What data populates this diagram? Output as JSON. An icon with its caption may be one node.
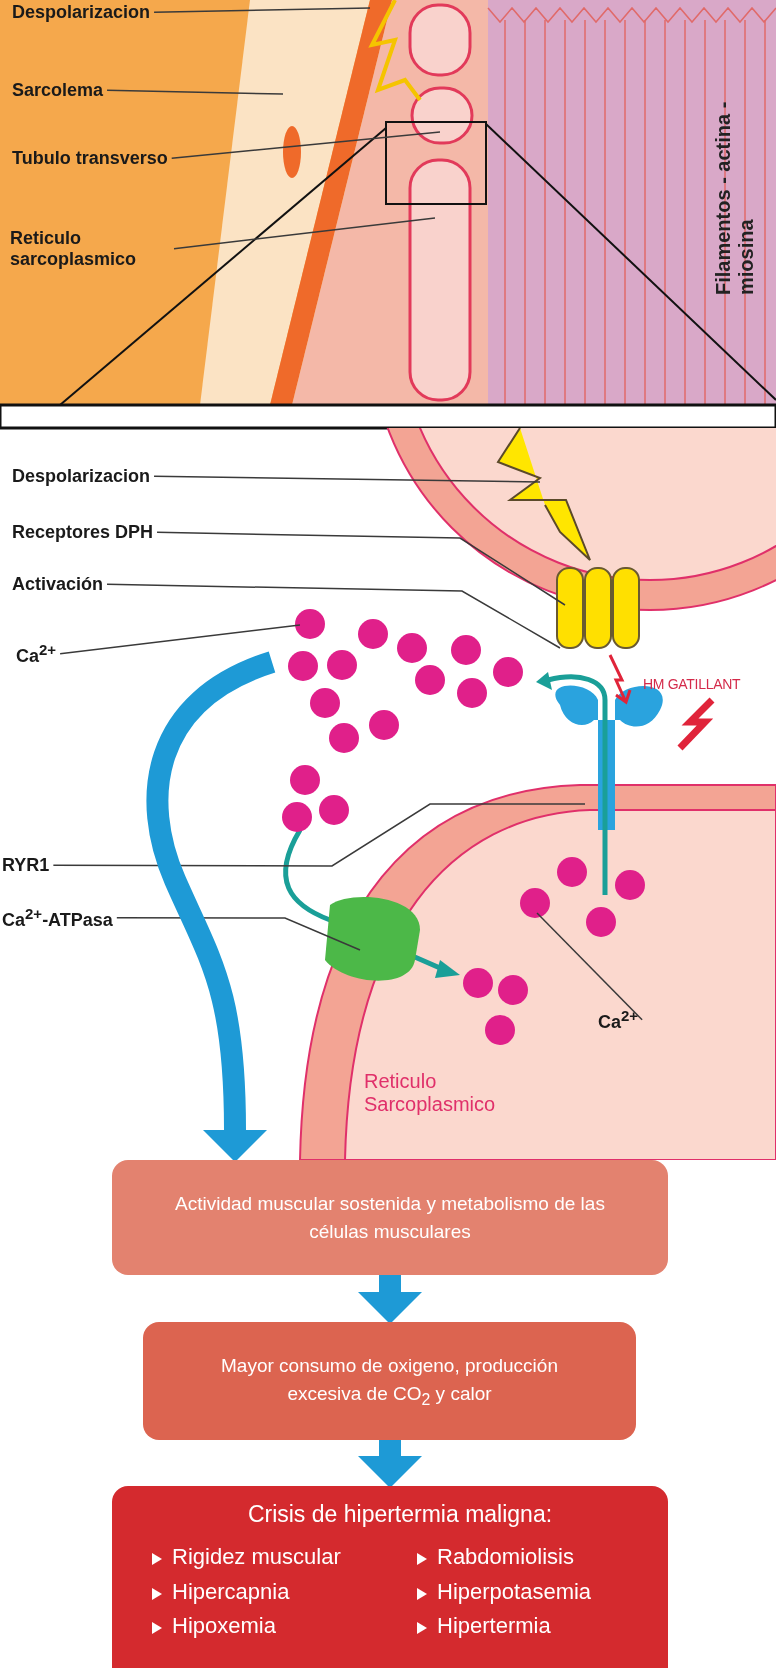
{
  "diagram": {
    "nodes": [
      {
        "text": [
          "Despolarizacion"
        ]
      },
      {
        "text": [
          "Sarcolema"
        ]
      },
      {
        "text": [
          "Tubulo transverso"
        ]
      },
      {
        "text": [
          "Reticulo sarcoplasmico"
        ]
      },
      {
        "text": [
          "Despolarizacion"
        ]
      },
      {
        "text": [
          "Receptores DPH"
        ]
      },
      {
        "text": [
          "Activación"
        ]
      },
      {
        "text": [
          "Ca$^{2+}$"
        ]
      },
      {
        "text": [
          "RYR1"
        ]
      },
      {
        "text": [
          "Ca$^{2+}$-ATPasa"
        ]
      },
      {
        "text": [
          "Ca$^{2+}$"
        ]
      },
      {
        "text": [
          "Actividad muscular sostenida y metabolismo de las células musculares"
        ]
      },
      {
        "text": [
          "Mayor consumo de oxigeno, producción excesiva de CO$_{2}$ y calor"
        ]
      },
      {
        "text": [
          "Crisis de hipertermia maligna:",
          "Rigidez muscular",
          "Hipercapnia",
          "Hipoxemia",
          "Rabdomiolisis",
          "Hiperpotasemia",
          "Hipertermia"
        ]
      }
    ],
    "edges": [
      {
        "from": 0,
        "to": null,
        "arrow": "none"
      },
      {
        "from": 1,
        "to": null,
        "arrow": "none"
      },
      {
        "from": 2,
        "to": null,
        "arrow": "none"
      },
      {
        "from": 3,
        "to": null,
        "arrow": "none"
      },
      {
        "from": 4,
        "to": null,
        "arrow": "none"
      },
      {
        "from": 5,
        "to": null,
        "arrow": "none"
      },
      {
        "from": 6,
        "to": null,
        "arrow": "none"
      },
      {
        "from": 7,
        "to": null,
        "arrow": "none"
      },
      {
        "from": 8,
        "to": null,
        "arrow": "none"
      },
      {
        "from": 9,
        "to": null,
        "arrow": "none"
      },
      {
        "from": 10,
        "to": null,
        "arrow": "none"
      },
      {
        "from": null,
        "to": 11,
        "arrow": "to",
        "style": "thick",
        "color": "#1e9ad6"
      },
      {
        "from": 11,
        "to": 12,
        "arrow": "to",
        "style": "thick",
        "color": "#1e9ad6"
      },
      {
        "from": 12,
        "to": 13,
        "arrow": "to",
        "style": "thick",
        "color": "#1e9ad6"
      }
    ],
    "labels": [
      "Filamentos - actina - miosina",
      "HM GATILLANT",
      "Reticulo Sarcoplasmico"
    ]
  }
}
